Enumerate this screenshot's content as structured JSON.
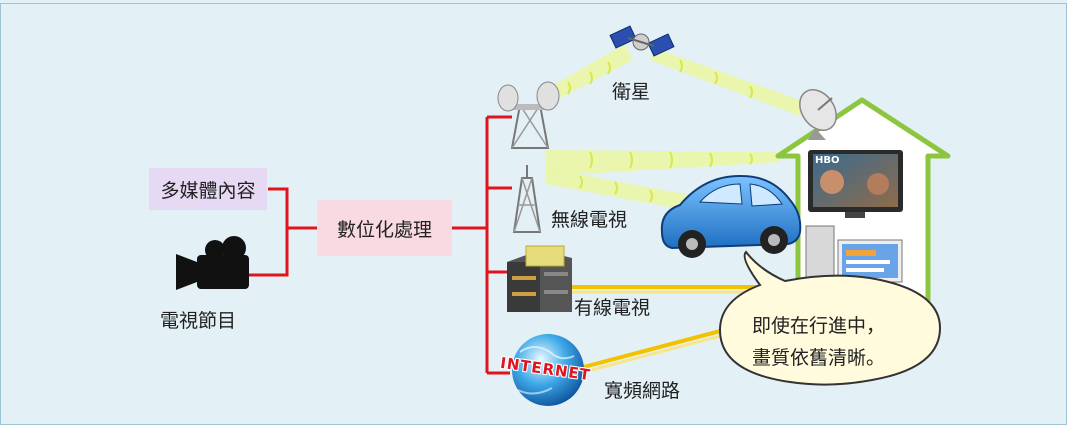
{
  "source": {
    "multimedia_label": "多媒體內容",
    "program_label": "電視節目"
  },
  "process": {
    "digital_label": "數位化處理"
  },
  "channels": {
    "satellite_label": "衛星",
    "wireless_tv_label": "無線電視",
    "cable_tv_label": "有線電視",
    "broadband_label": "寬頻網路",
    "internet_logo_text": "INTERNET"
  },
  "callout": {
    "line1": "即使在行進中，",
    "line2": "畫質依舊清晰。"
  },
  "tv_logo_text": "HBO",
  "colors": {
    "background": "#e3f0f6",
    "connector": "#e0141c",
    "pink_box": "#f9d9e2",
    "lavender_box": "#e6d9f3",
    "house_green": "#8cc63f",
    "car_blue": "#2f86d8",
    "beam": "#e7f59a",
    "cable_yellow": "#f2c200"
  }
}
